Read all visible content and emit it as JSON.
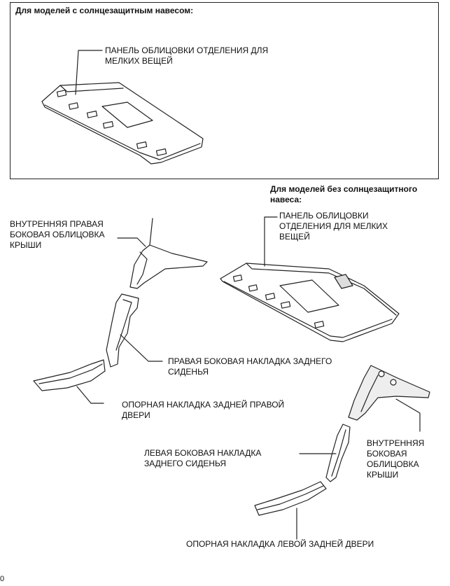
{
  "top_box": {
    "heading": "Для моделей с солнцезащитным навесом:",
    "part_label": "ПАНЕЛЬ ОБЛИЦОВКИ ОТДЕЛЕНИЯ ДЛЯ\nМЕЛКИХ ВЕЩЕЙ"
  },
  "no_shade": {
    "heading": "Для моделей без солнцезащитного\nнавеса:",
    "part_label": "ПАНЕЛЬ ОБЛИЦОВКИ\nОТДЕЛЕНИЯ ДЛЯ МЕЛКИХ\nВЕЩЕЙ"
  },
  "labels": {
    "inner_right_roof_side": "ВНУТРЕННЯЯ ПРАВАЯ\nБОКОВАЯ ОБЛИЦОВКА\nКРЫШИ",
    "right_rear_seat_side": "ПРАВАЯ БОКОВАЯ НАКЛАДКА ЗАДНЕГО\nСИДЕНЬЯ",
    "right_rear_door_scuff": "ОПОРНАЯ НАКЛАДКА ЗАДНЕЙ ПРАВОЙ\nДВЕРИ",
    "left_rear_seat_side": "ЛЕВАЯ БОКОВАЯ НАКЛАДКА\nЗАДНЕГО СИДЕНЬЯ",
    "inner_roof_side": "ВНУТРЕННЯЯ\nБОКОВАЯ\nОБЛИЦОВКА\nКРЫШИ",
    "left_rear_door_scuff": "ОПОРНАЯ НАКЛАДКА ЛЕВОЙ ЗАДНЕЙ ДВЕРИ"
  },
  "figure_code": "0"
}
